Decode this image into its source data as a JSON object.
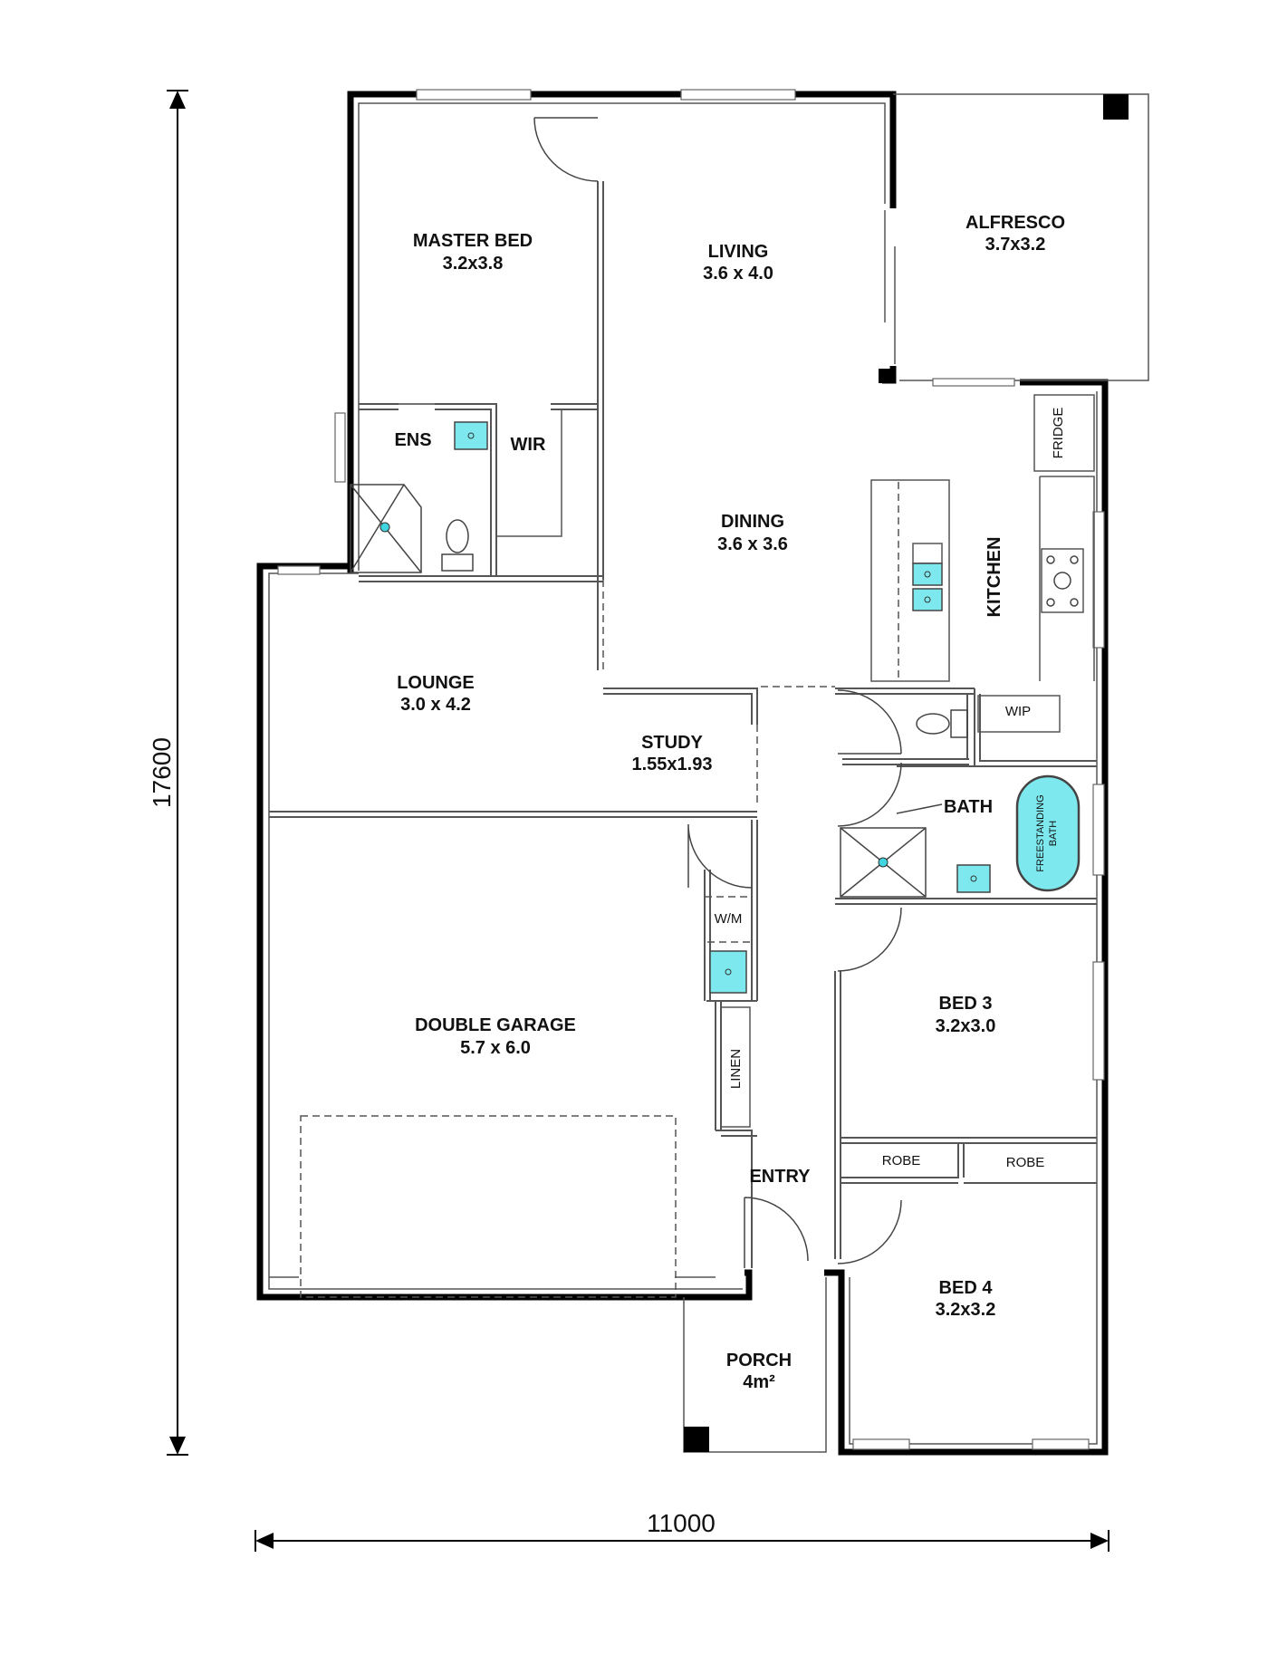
{
  "dimensions": {
    "overall_width": "11000",
    "overall_depth": "17600"
  },
  "rooms": {
    "master_bed": {
      "name": "MASTER BED",
      "size": "3.2x3.8"
    },
    "living": {
      "name": "LIVING",
      "size": "3.6 x 4.0"
    },
    "alfresco": {
      "name": "ALFRESCO",
      "size": "3.7x3.2"
    },
    "ens": {
      "name": "ENS"
    },
    "wir": {
      "name": "WIR"
    },
    "dining": {
      "name": "DINING",
      "size": "3.6 x 3.6"
    },
    "kitchen": {
      "name": "KITCHEN"
    },
    "fridge": {
      "name": "FRIDGE"
    },
    "lounge": {
      "name": "LOUNGE",
      "size": "3.0 x 4.2"
    },
    "study": {
      "name": "STUDY",
      "size": "1.55x1.93"
    },
    "wip": {
      "name": "WIP"
    },
    "bath": {
      "name": "BATH"
    },
    "freestanding_bath": {
      "line1": "FREESTANDING",
      "line2": "BATH"
    },
    "double_garage": {
      "name": "DOUBLE GARAGE",
      "size": "5.7 x 6.0"
    },
    "wm": {
      "name": "W/M"
    },
    "linen": {
      "name": "LINEN"
    },
    "bed3": {
      "name": "BED 3",
      "size": "3.2x3.0"
    },
    "robe_bed3": {
      "name": "ROBE"
    },
    "robe_bed4": {
      "name": "ROBE"
    },
    "entry": {
      "name": "ENTRY"
    },
    "bed4": {
      "name": "BED 4",
      "size": "3.2x3.2"
    },
    "porch": {
      "name": "PORCH",
      "size": "4m²"
    }
  },
  "colors": {
    "fixture_fill": "#7de9ee",
    "wall": "#000000"
  }
}
